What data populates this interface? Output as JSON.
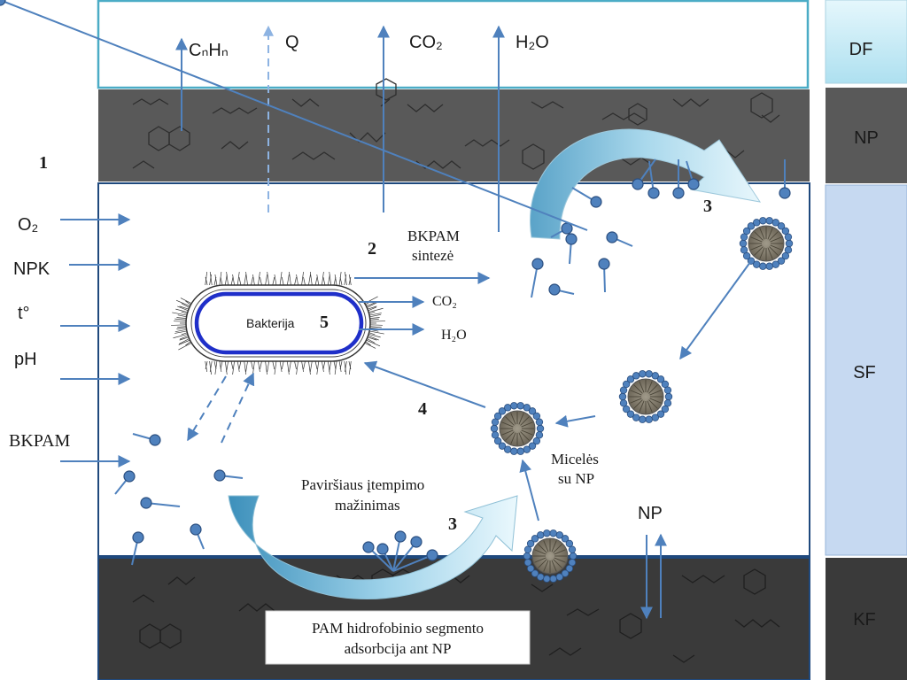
{
  "layers": {
    "df": "DF",
    "np": "NP",
    "sf": "SF",
    "kf": "KF"
  },
  "emissions": {
    "cnhn": "CₙHₙ",
    "q": "Q",
    "co2": "CO₂",
    "h2o": "H₂O"
  },
  "inputs": {
    "o2": "O₂",
    "npk": "NPK",
    "temp": "t°",
    "ph": "pH",
    "bkpam": "BKPAM"
  },
  "steps": {
    "s1": "1",
    "s2": "2",
    "s3a": "3",
    "s3b": "3",
    "s4": "4",
    "s5": "5"
  },
  "labels": {
    "bkpam_synth_1": "BKPAM",
    "bkpam_synth_2": "sintezė",
    "bacteria": "Bakterija",
    "co2_out": "CO₂",
    "h2o_out": "H₂O",
    "surface_1": "Paviršiaus įtempimo",
    "surface_2": "mažinimas",
    "micelles_1": "Micelės",
    "micelles_2": "su NP",
    "np_kf": "NP",
    "adsorption_1": "PAM hidrofobinio segmento",
    "adsorption_2": "adsorbcija ant NP"
  },
  "colors": {
    "arrow": "#4f81bd",
    "bacteria_ring": "#1f2fc9",
    "np_layer": "#595959",
    "kf_layer": "#3a3a3a",
    "sf_side": "#c6d9f1",
    "df_side": "#b7e6f3"
  }
}
